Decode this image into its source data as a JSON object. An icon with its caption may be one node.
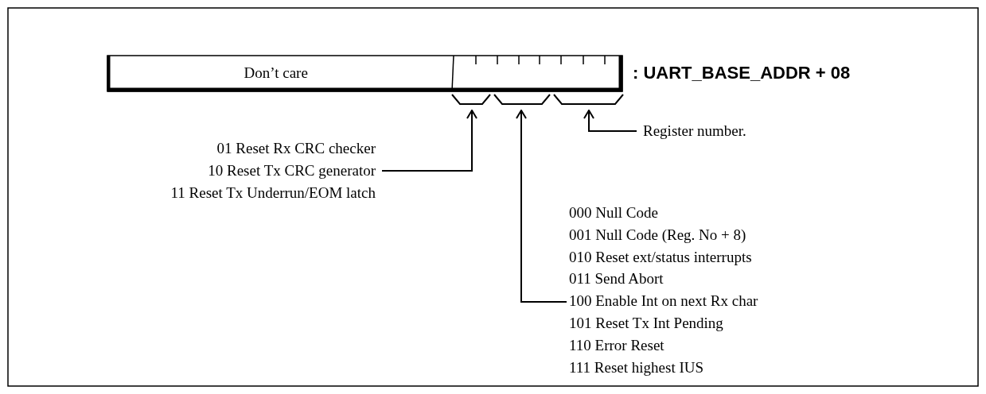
{
  "diagram": {
    "nodes": [
      {
        "text": [
          "Don’t care"
        ],
        "beside": [
          ": UART_BASE_ADDR + 08"
        ]
      },
      {
        "text": [],
        "shape": "bracket"
      },
      {
        "text": [],
        "shape": "bracket"
      },
      {
        "text": [],
        "shape": "bracket"
      },
      {
        "text": [
          "01 Reset Rx CRC checker",
          "10 Reset Tx CRC generator",
          "11 Reset Tx Underrun/EOM latch"
        ]
      },
      {
        "text": [
          "Register number."
        ]
      },
      {
        "text": [
          "000 Null Code",
          "001 Null Code (Reg. No + 8)",
          "010 Reset ext/status interrupts",
          "011 Send Abort",
          "100 Enable Int on next Rx char",
          "101 Reset Tx Int Pending",
          "110 Error Reset",
          "111 Reset highest IUS"
        ]
      }
    ],
    "edges": [
      {
        "from": 4,
        "to": 1,
        "arrow": "to"
      },
      {
        "from": 6,
        "to": 2,
        "arrow": "to"
      },
      {
        "from": 5,
        "to": 3,
        "arrow": "to"
      }
    ]
  }
}
